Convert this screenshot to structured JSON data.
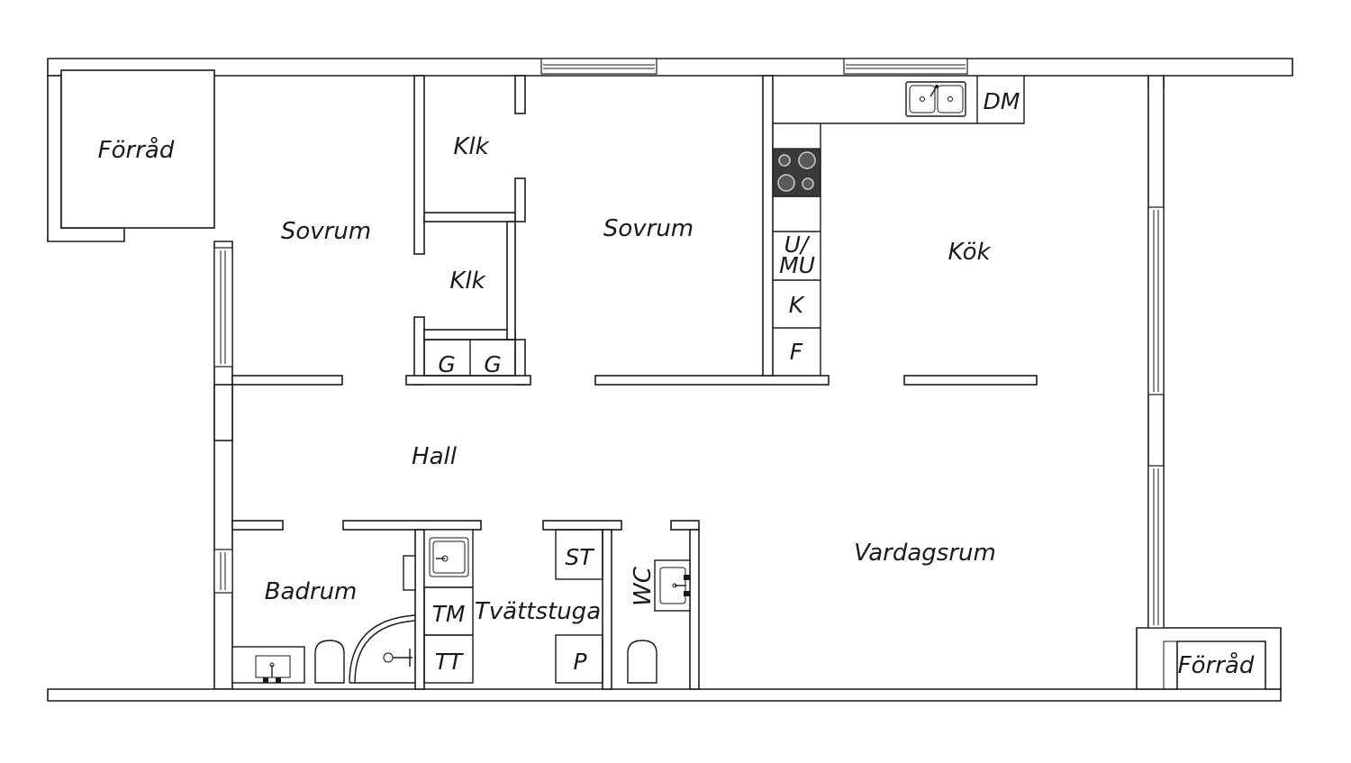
{
  "rooms": {
    "forrad_left": "Förråd",
    "sovrum_left": "Sovrum",
    "klk_top": "Klk",
    "klk_mid": "Klk",
    "sovrum_mid": "Sovrum",
    "kok": "Kök",
    "hall": "Hall",
    "badrum": "Badrum",
    "tvattstuga": "Tvättstuga",
    "wc": "WC",
    "vardagsrum": "Vardagsrum",
    "forrad_right": "Förråd"
  },
  "fixtures": {
    "g1": "G",
    "g2": "G",
    "dm": "DM",
    "u_mu_line1": "U/",
    "u_mu_line2": "MU",
    "k": "K",
    "f": "F",
    "st": "ST",
    "tm": "TM",
    "tt": "TT",
    "p": "P"
  },
  "icons": [
    "double-sink-icon",
    "stove-hob-icon",
    "sink-icon",
    "toilet-icon",
    "shower-icon",
    "window-icon"
  ]
}
